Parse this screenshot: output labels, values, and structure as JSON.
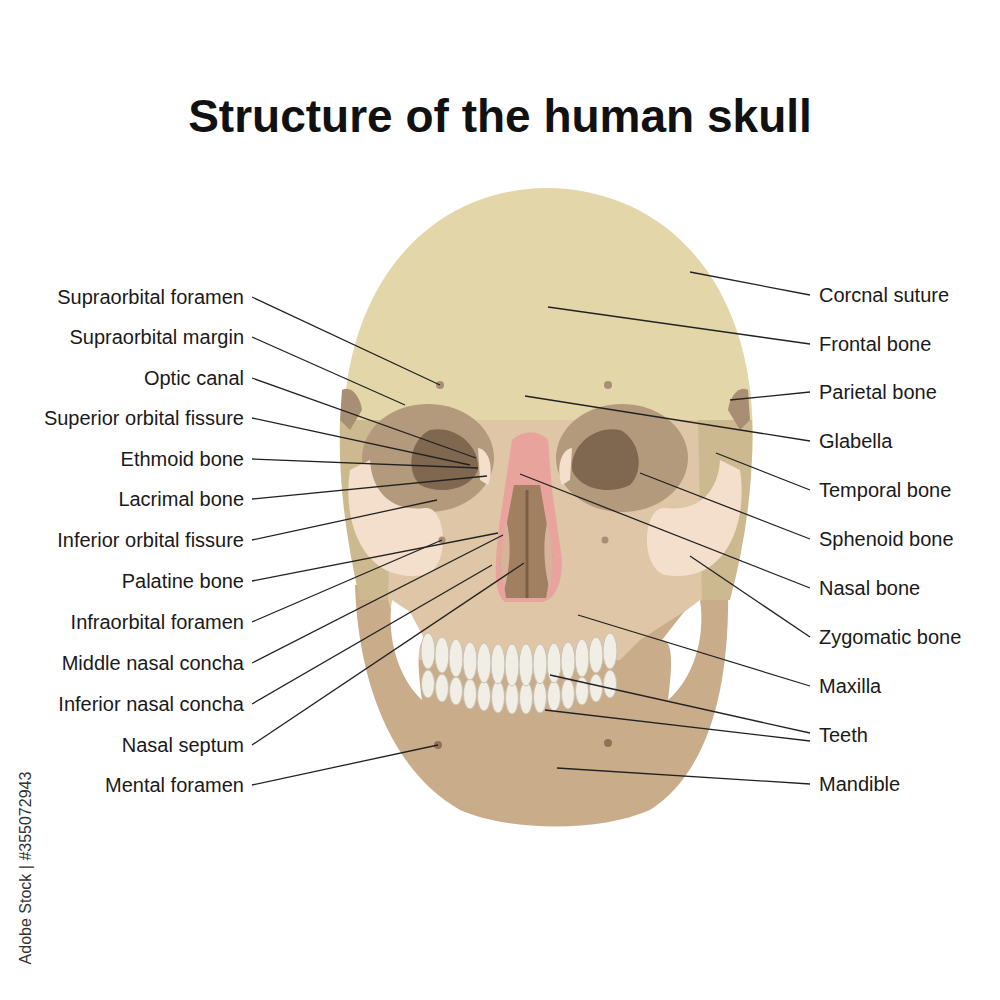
{
  "diagram": {
    "title": "Structure of the human skull",
    "labels": [
      "Supraorbital foramen",
      "Supraorbital margin",
      "Optic canal",
      "Superior orbital fissure",
      "Ethmoid bone",
      "Lacrimal bone",
      "Inferior orbital fissure",
      "Palatine bone",
      "Infraorbital foramen",
      "Middle nasal concha",
      "Inferior nasal concha",
      "Nasal septum",
      "Mental foramen",
      "Corcnal suture",
      "Frontal bone",
      "Parietal bone",
      "Glabella",
      "Temporal bone",
      "Sphenoid bone",
      "Nasal bone",
      "Zygomatic bone",
      "Maxilla",
      "Teeth",
      "Mandible",
      "Adobe Stock | #355072943"
    ]
  }
}
